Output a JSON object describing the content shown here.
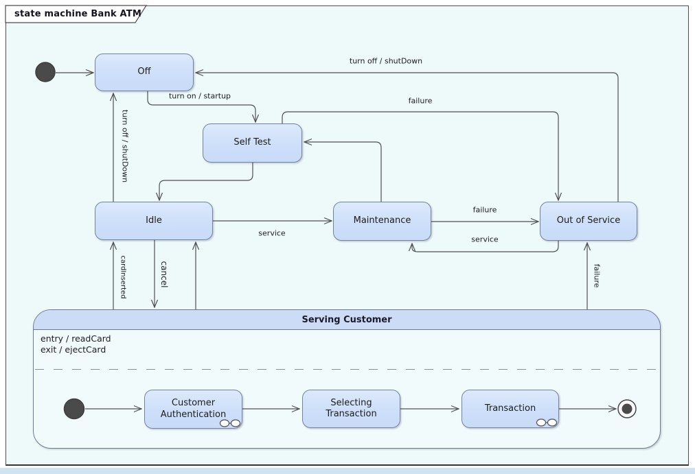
{
  "frame": {
    "title": "state machine Bank ATM"
  },
  "colors": {
    "canvas_bg": "#eef9fa",
    "state_fill": "#cfe0fa",
    "state_border": "#73829c",
    "composite_header_fill": "#cddcf6",
    "line": "#4f4f4f",
    "frame_bottom_strip": "#cfe3f3"
  },
  "states": {
    "off": {
      "label": "Off"
    },
    "self_test": {
      "label": "Self Test"
    },
    "idle": {
      "label": "Idle"
    },
    "maintenance": {
      "label": "Maintenance"
    },
    "out_of_service": {
      "label": "Out of Service"
    }
  },
  "composite": {
    "title": "Serving Customer",
    "entry_action": "entry / readCard",
    "exit_action": "exit / ejectCard",
    "substates": {
      "customer_authentication": {
        "label": "Customer Authentication"
      },
      "selecting_transaction": {
        "label": "Selecting Transaction"
      },
      "transaction": {
        "label": "Transaction"
      }
    }
  },
  "transition_labels": {
    "turn_off_shutdown_top": "turn off / shutDown",
    "turn_on_startup": "turn on / startup",
    "failure_selftest_to_oos": "failure",
    "turn_off_shutdown_left": "turn off / shutDown",
    "service_idle_to_maintenance": "service",
    "failure_maintenance_to_oos": "failure",
    "service_oos_to_maintenance": "service",
    "card_inserted": "cardInserted",
    "cancel": "cancel",
    "failure_serving_to_oos": "failure"
  }
}
